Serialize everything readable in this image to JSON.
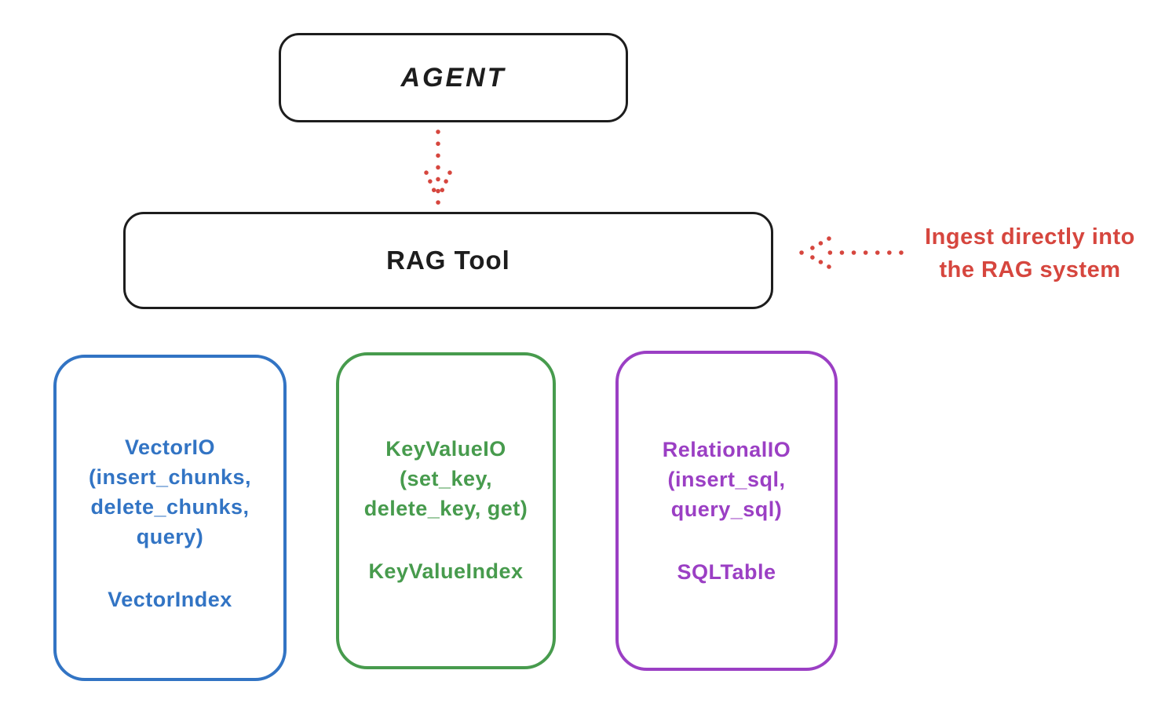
{
  "diagram": {
    "title_hint": "RAG Tool architecture sketch",
    "colors": {
      "stroke_black": "#1d1d1d",
      "accent_red": "#d6463e",
      "vector_blue": "#3274c4",
      "keyvalue_green": "#479b4d",
      "relational_purple": "#9b3fc4",
      "background": "#ffffff"
    },
    "nodes": {
      "agent": {
        "label": "AGENT"
      },
      "rag_tool": {
        "label": "RAG Tool"
      },
      "vector": {
        "title": "VectorIO",
        "methods": [
          "(insert_chunks,",
          "delete_chunks,",
          "query)"
        ],
        "index": "VectorIndex"
      },
      "keyvalue": {
        "title": "KeyValueIO",
        "methods": [
          "(set_key,",
          "delete_key, get)"
        ],
        "index": "KeyValueIndex"
      },
      "relational": {
        "title": "RelationalIO",
        "methods": [
          "(insert_sql,",
          "query_sql)"
        ],
        "index": "SQLTable"
      }
    },
    "annotation": {
      "line1": "Ingest directly into",
      "line2": "the RAG system"
    },
    "edges": [
      {
        "from": "agent",
        "to": "rag_tool",
        "style": "dotted",
        "color": "#d6463e"
      },
      {
        "from": "annotation",
        "to": "rag_tool",
        "style": "dotted",
        "color": "#d6463e"
      }
    ]
  }
}
